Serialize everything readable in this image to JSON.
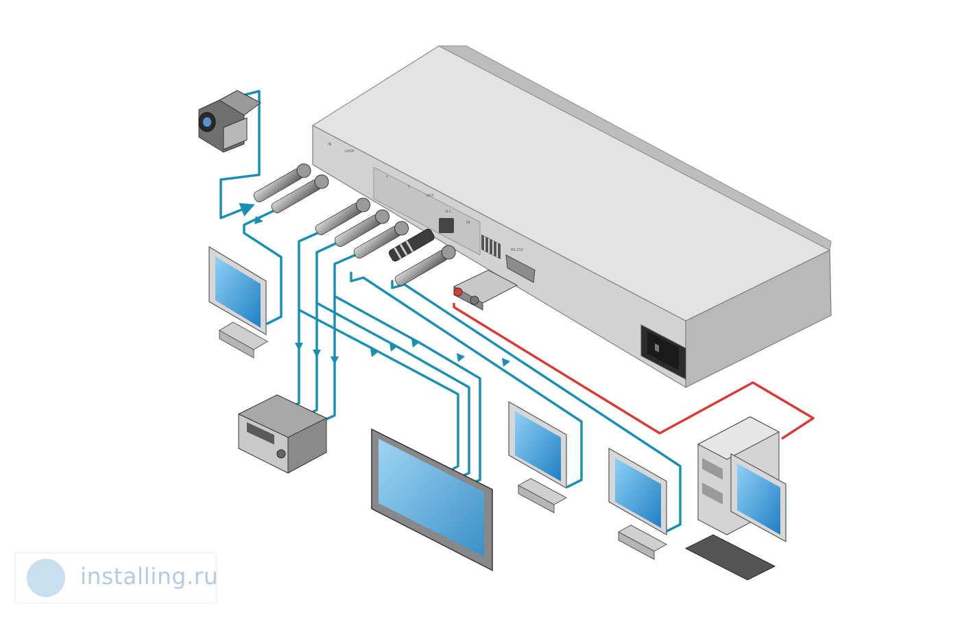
{
  "watermark": {
    "text": "installing.ru",
    "logo_icon": "globe-dots-icon"
  },
  "device": {
    "name": "video-distribution-amplifier",
    "port_labels": [
      "IN",
      "LOOP",
      "Y",
      "C",
      "OUT",
      "R.C.",
      "IN",
      "RS-232"
    ]
  },
  "colors": {
    "cable_video": "#1a8fb0",
    "cable_data": "#d83a34",
    "device_body": "#e3e3e3",
    "screen": "#4aa8e0"
  },
  "icons": [
    "camcorder-icon",
    "crt-monitor-icon",
    "av-receiver-icon",
    "flat-panel-display-icon",
    "desktop-computer-icon",
    "power-inlet-icon",
    "dip-switch-icon",
    "rs232-connector-icon",
    "bnc-connector-icon"
  ]
}
